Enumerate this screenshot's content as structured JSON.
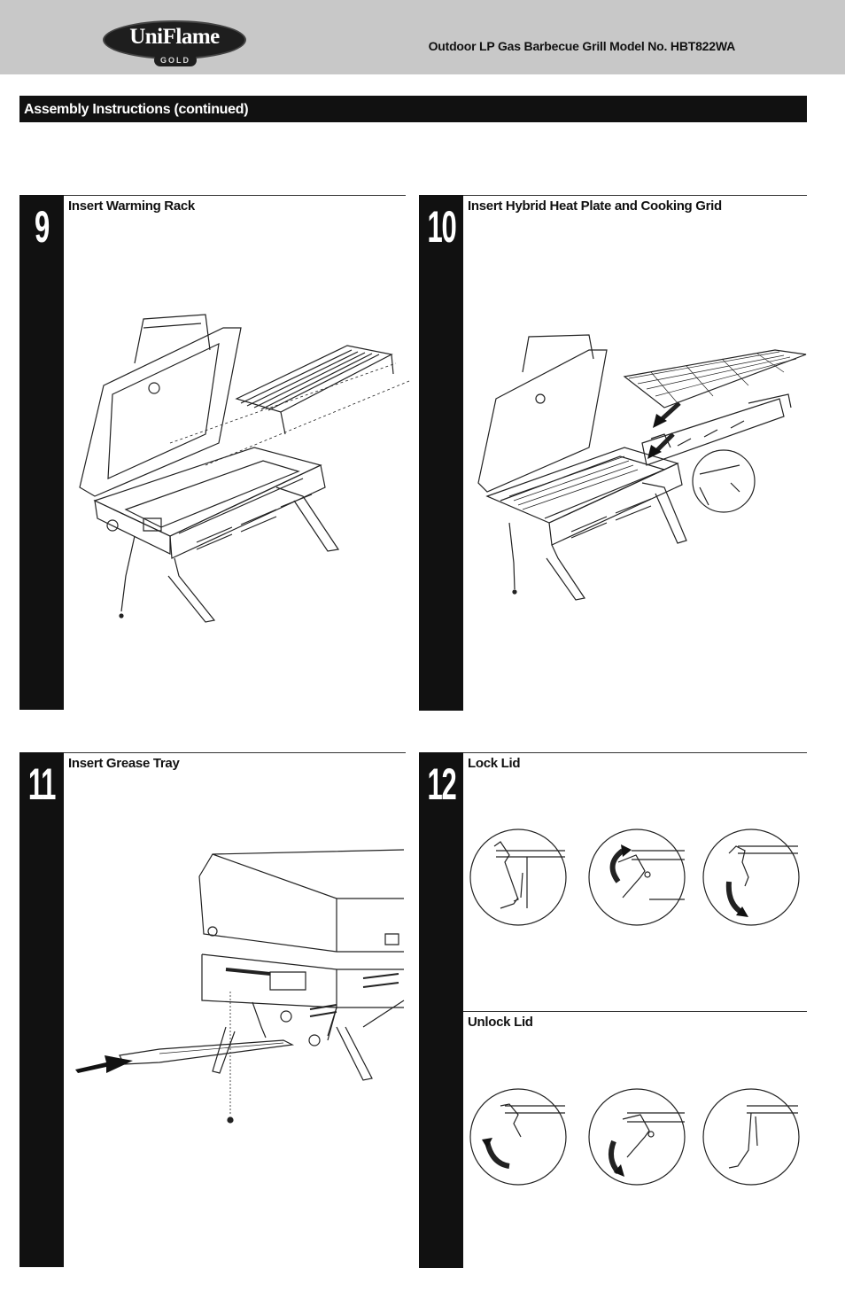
{
  "header": {
    "brand": "UniFlame",
    "brand_sub": "GOLD",
    "title": "Outdoor LP Gas Barbecue Grill  Model No. HBT822WA"
  },
  "section": {
    "title": "Assembly Instructions (continued)"
  },
  "steps": [
    {
      "number": "9",
      "title": "Insert Warming Rack"
    },
    {
      "number": "10",
      "title": "Insert Hybrid Heat Plate and Cooking Grid"
    },
    {
      "number": "11",
      "title": "Insert Grease Tray"
    },
    {
      "number": "12",
      "title": "Lock Lid",
      "subtitle": "Unlock Lid"
    }
  ],
  "colors": {
    "header_bg": "#c8c8c8",
    "bar_bg": "#111111"
  }
}
